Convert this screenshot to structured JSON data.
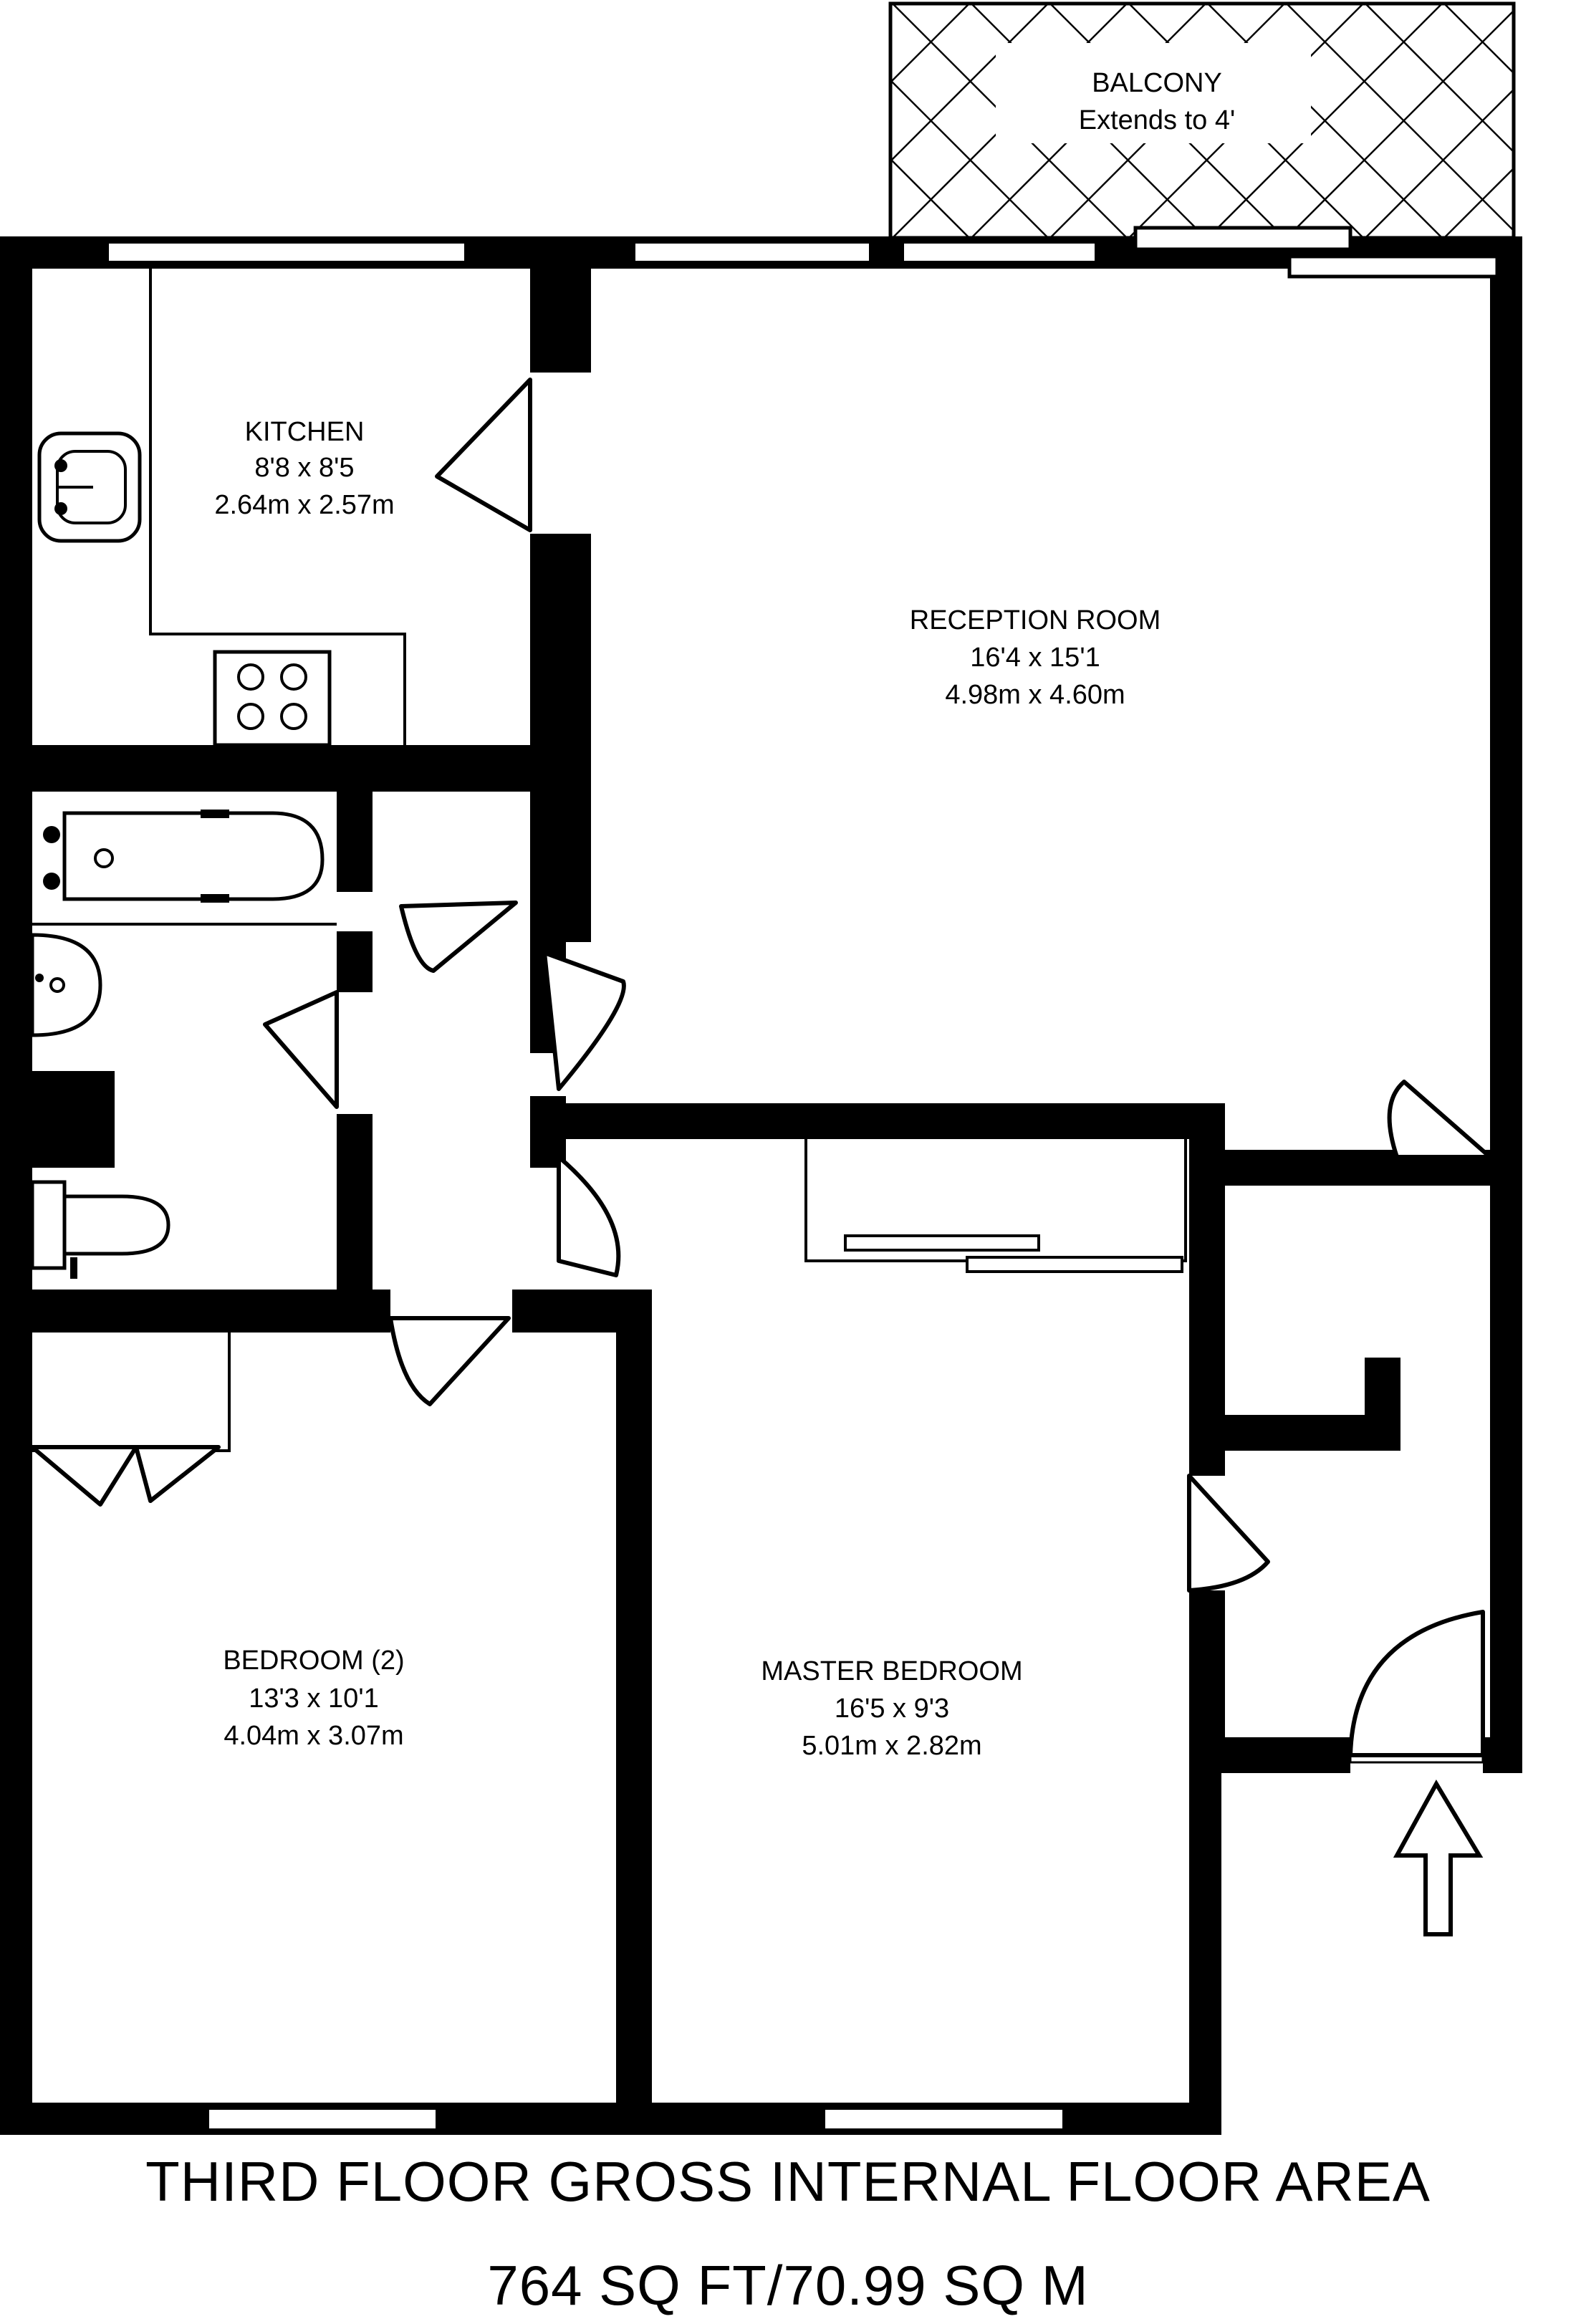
{
  "rooms": {
    "balcony": {
      "name": "BALCONY",
      "note": "Extends to 4'"
    },
    "kitchen": {
      "name": "KITCHEN",
      "imperial": "8'8 x 8'5",
      "metric": "2.64m x 2.57m"
    },
    "reception": {
      "name": "RECEPTION ROOM",
      "imperial": "16'4 x 15'1",
      "metric": "4.98m x 4.60m"
    },
    "bedroom2": {
      "name": "BEDROOM (2)",
      "imperial": "13'3 x 10'1",
      "metric": "4.04m x 3.07m"
    },
    "master": {
      "name": "MASTER BEDROOM",
      "imperial": "16'5 x 9'3",
      "metric": "5.01m x 2.82m"
    }
  },
  "footer": {
    "title": "THIRD FLOOR GROSS INTERNAL FLOOR AREA",
    "area": "764 SQ FT/70.99 SQ M"
  },
  "icons": [
    "entrance-arrow-icon",
    "sink-icon",
    "hob-icon",
    "bath-icon",
    "basin-icon",
    "toilet-icon"
  ]
}
